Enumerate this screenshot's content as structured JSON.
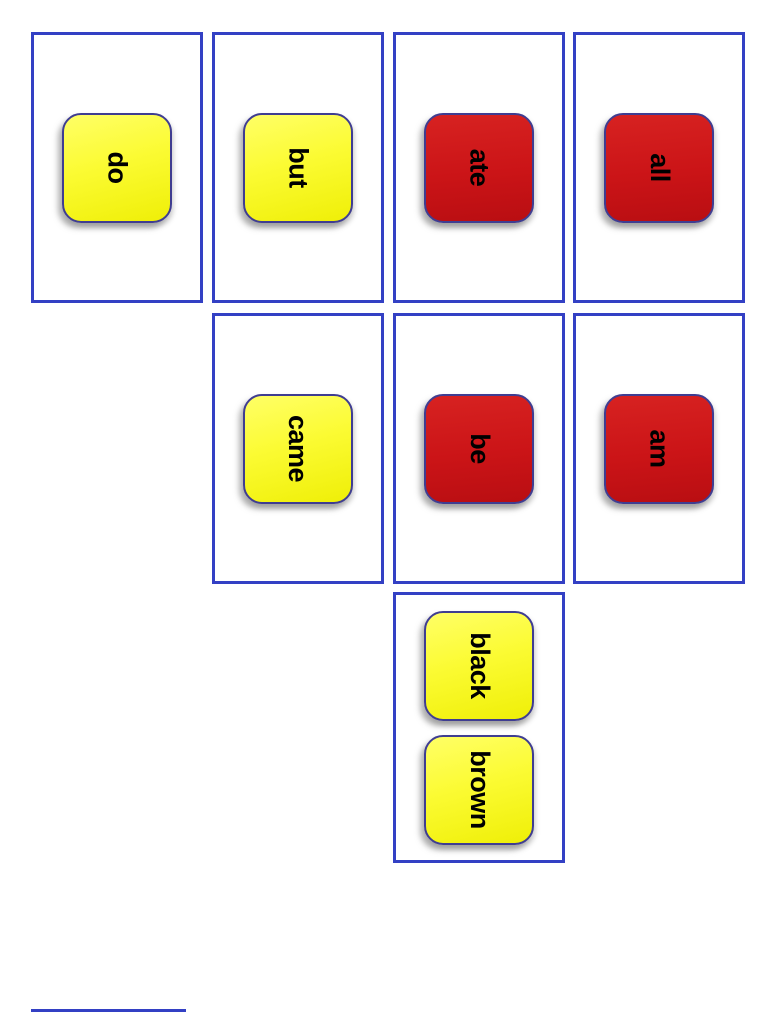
{
  "page": {
    "kind": "sight-word flashcards sheet",
    "background": "#ffffff"
  },
  "colors": {
    "card_border": "#3340c4",
    "tile_border": "#3f3d91",
    "tile_yellow": "#fbfb33",
    "tile_red": "#cb1417",
    "word_text": "#000000"
  },
  "cards": [
    {
      "row": 0,
      "col": 0,
      "tiles": [
        {
          "word": "do",
          "color": "yellow"
        }
      ]
    },
    {
      "row": 0,
      "col": 1,
      "tiles": [
        {
          "word": "but",
          "color": "yellow"
        }
      ]
    },
    {
      "row": 0,
      "col": 2,
      "tiles": [
        {
          "word": "ate",
          "color": "red"
        }
      ]
    },
    {
      "row": 0,
      "col": 3,
      "tiles": [
        {
          "word": "all",
          "color": "red"
        }
      ]
    },
    {
      "row": 1,
      "col": 1,
      "tiles": [
        {
          "word": "came",
          "color": "yellow"
        }
      ]
    },
    {
      "row": 1,
      "col": 2,
      "tiles": [
        {
          "word": "be",
          "color": "red"
        }
      ]
    },
    {
      "row": 1,
      "col": 3,
      "tiles": [
        {
          "word": "am",
          "color": "red"
        }
      ]
    },
    {
      "row": 2,
      "col": 2,
      "tiles": [
        {
          "word": "black",
          "color": "yellow"
        },
        {
          "word": "brown",
          "color": "yellow"
        }
      ]
    }
  ],
  "partial_next_card": {
    "visible": true
  }
}
